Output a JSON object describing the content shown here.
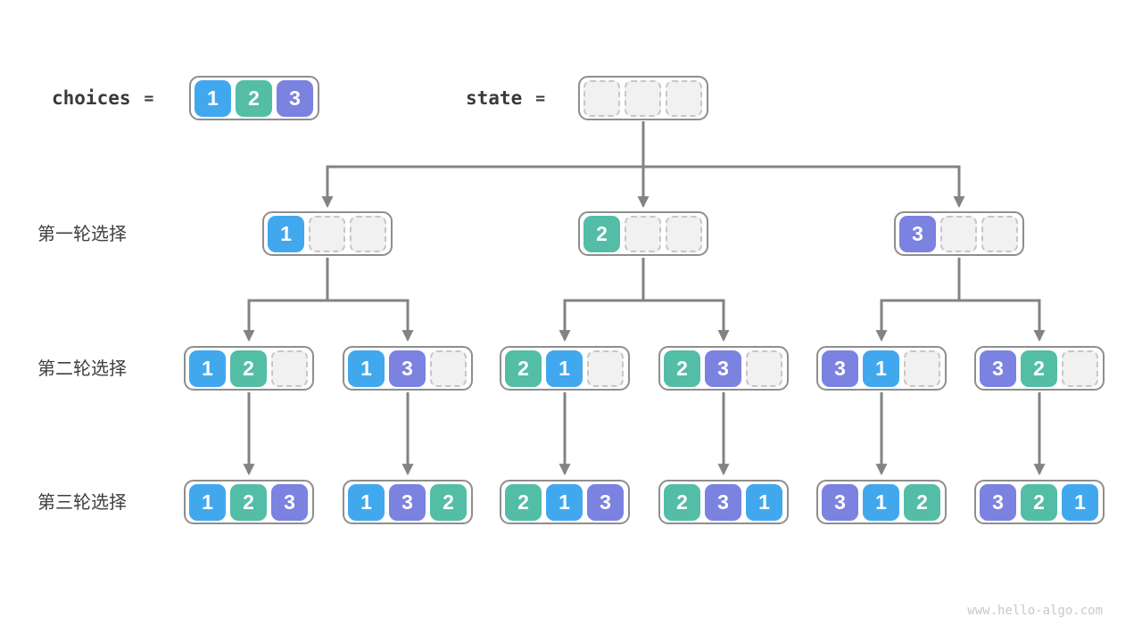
{
  "header": {
    "choices_label": "choices",
    "state_label": "state",
    "equals": "=",
    "choices": [
      "1",
      "2",
      "3"
    ],
    "state": [
      "",
      "",
      ""
    ]
  },
  "rows": [
    {
      "label": "第一轮选择",
      "nodes": [
        [
          "1",
          "",
          ""
        ],
        [
          "2",
          "",
          ""
        ],
        [
          "3",
          "",
          ""
        ]
      ]
    },
    {
      "label": "第二轮选择",
      "nodes": [
        [
          "1",
          "2",
          ""
        ],
        [
          "1",
          "3",
          ""
        ],
        [
          "2",
          "1",
          ""
        ],
        [
          "2",
          "3",
          ""
        ],
        [
          "3",
          "1",
          ""
        ],
        [
          "3",
          "2",
          ""
        ]
      ]
    },
    {
      "label": "第三轮选择",
      "nodes": [
        [
          "1",
          "2",
          "3"
        ],
        [
          "1",
          "3",
          "2"
        ],
        [
          "2",
          "1",
          "3"
        ],
        [
          "2",
          "3",
          "1"
        ],
        [
          "3",
          "1",
          "2"
        ],
        [
          "3",
          "2",
          "1"
        ]
      ]
    }
  ],
  "colors": {
    "choice1": "#41a8ee",
    "choice2": "#53bda6",
    "choice3": "#7b82e0",
    "empty_slot": "#f1f1f1",
    "node_border": "#8e8e8e",
    "arrow": "#838383",
    "text": "#3a3a3a"
  },
  "watermark": "www.hello-algo.com"
}
